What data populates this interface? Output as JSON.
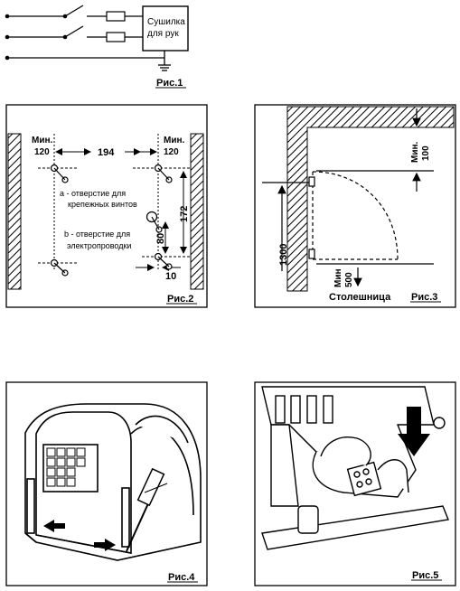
{
  "fig1": {
    "device_label_line1": "Сушилка",
    "device_label_line2": "для рук",
    "caption": "Рис.1"
  },
  "fig2": {
    "min_left_1": "Мин.",
    "min_left_2": "120",
    "distance_top": "194",
    "min_right_1": "Мин.",
    "min_right_2": "120",
    "note_a_1": "a - отверстие для",
    "note_a_2": "крепежных винтов",
    "note_b_1": "b - отверстие для",
    "note_b_2": "электропроводки",
    "dim_172": "172",
    "dim_80": "80",
    "dim_10": "10",
    "caption": "Рис.2"
  },
  "fig3": {
    "min_top_1": "Мин.",
    "min_top_2": "100",
    "dim_1300": "1300",
    "min_bottom_1": "Мин",
    "min_bottom_2": "500",
    "countertop": "Столешница",
    "caption": "Рис.3"
  },
  "fig4": {
    "caption": "Рис.4"
  },
  "fig5": {
    "caption": "Рис.5"
  }
}
